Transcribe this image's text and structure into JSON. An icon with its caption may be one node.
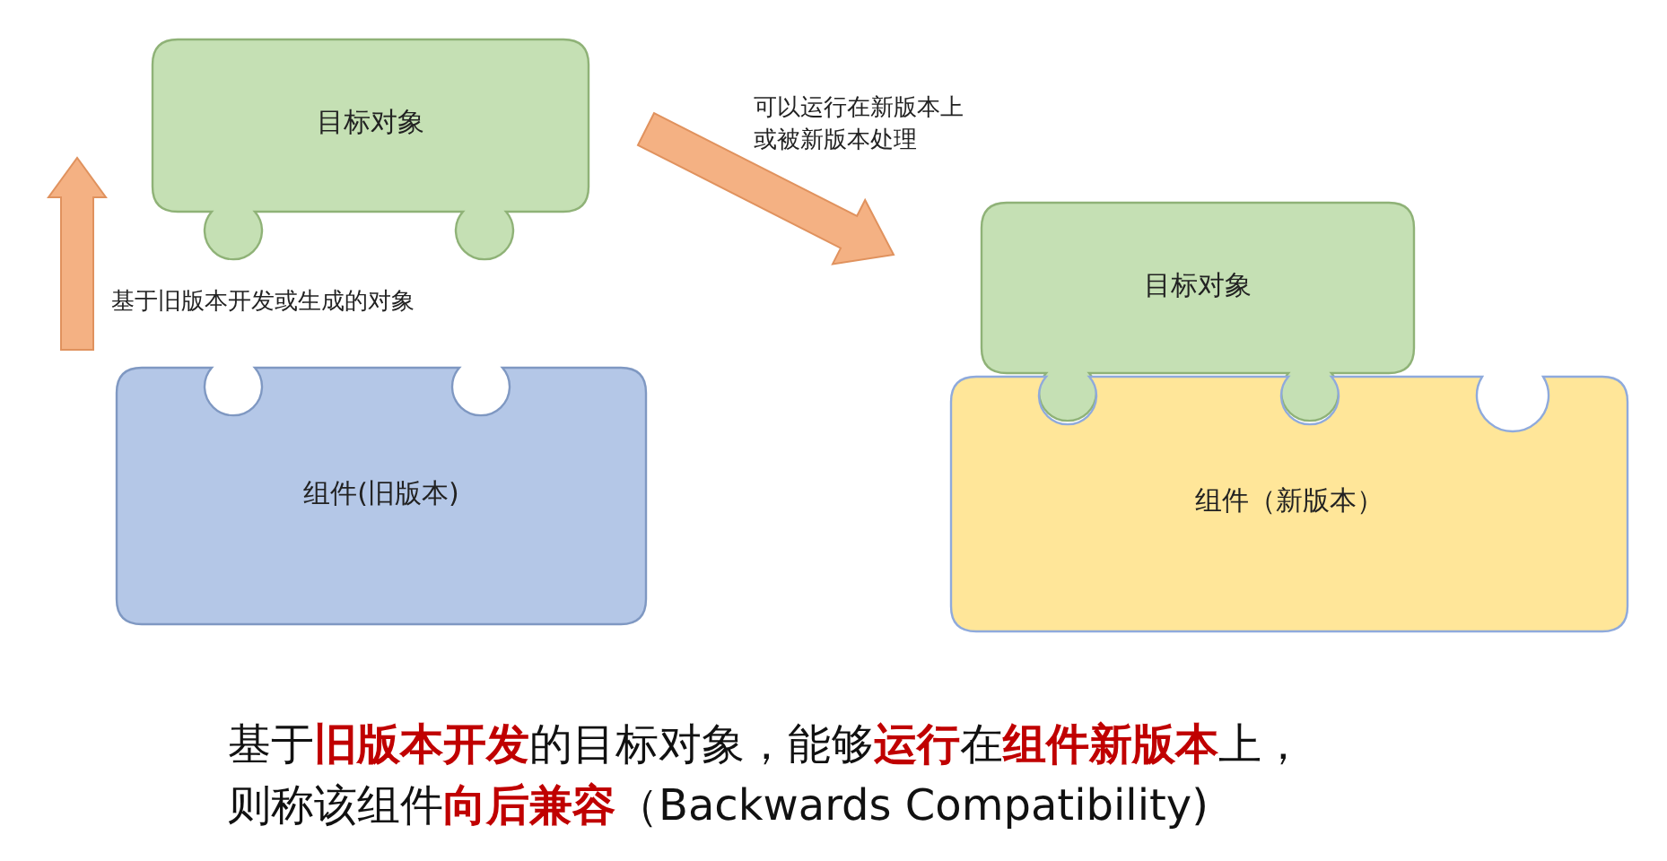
{
  "diagram": {
    "caption": "基于**旧版本开发**的目标对象，能够**运行**在**组件新版本**上，则称该组件**向后兼容**（Backwards Compatibility)",
    "nodes": [
      {
        "text": [
          "目标对象"
        ]
      },
      {
        "text": [
          "组件(旧版本)"
        ]
      },
      {
        "text": [
          "目标对象"
        ]
      },
      {
        "text": [
          "组件（新版本）"
        ]
      }
    ],
    "edges": [
      {
        "from": 1,
        "to": 0,
        "arrow": "to",
        "label": "基于旧版本开发或生成的对象"
      },
      {
        "from": 0,
        "to": 2,
        "arrow": "to",
        "label": "可以运行在新版本上或被新版本处理"
      }
    ]
  }
}
